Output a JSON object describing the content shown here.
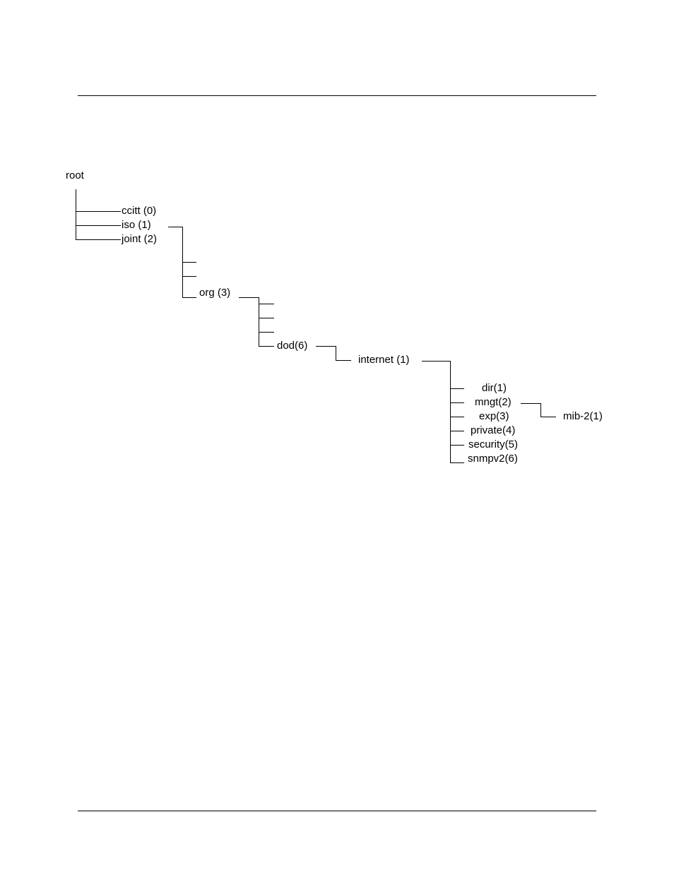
{
  "tree": {
    "root": "root",
    "ccitt": "ccitt (0)",
    "iso": "iso (1)",
    "joint": "joint (2)",
    "org": "org (3)",
    "dod": "dod(6)",
    "internet": "internet (1)",
    "dir": "dir(1)",
    "mngt": "mngt(2)",
    "exp": "exp(3)",
    "private": "private(4)",
    "security": "security(5)",
    "snmpv2": "snmpv2(6)",
    "mib2": "mib-2(1)"
  }
}
